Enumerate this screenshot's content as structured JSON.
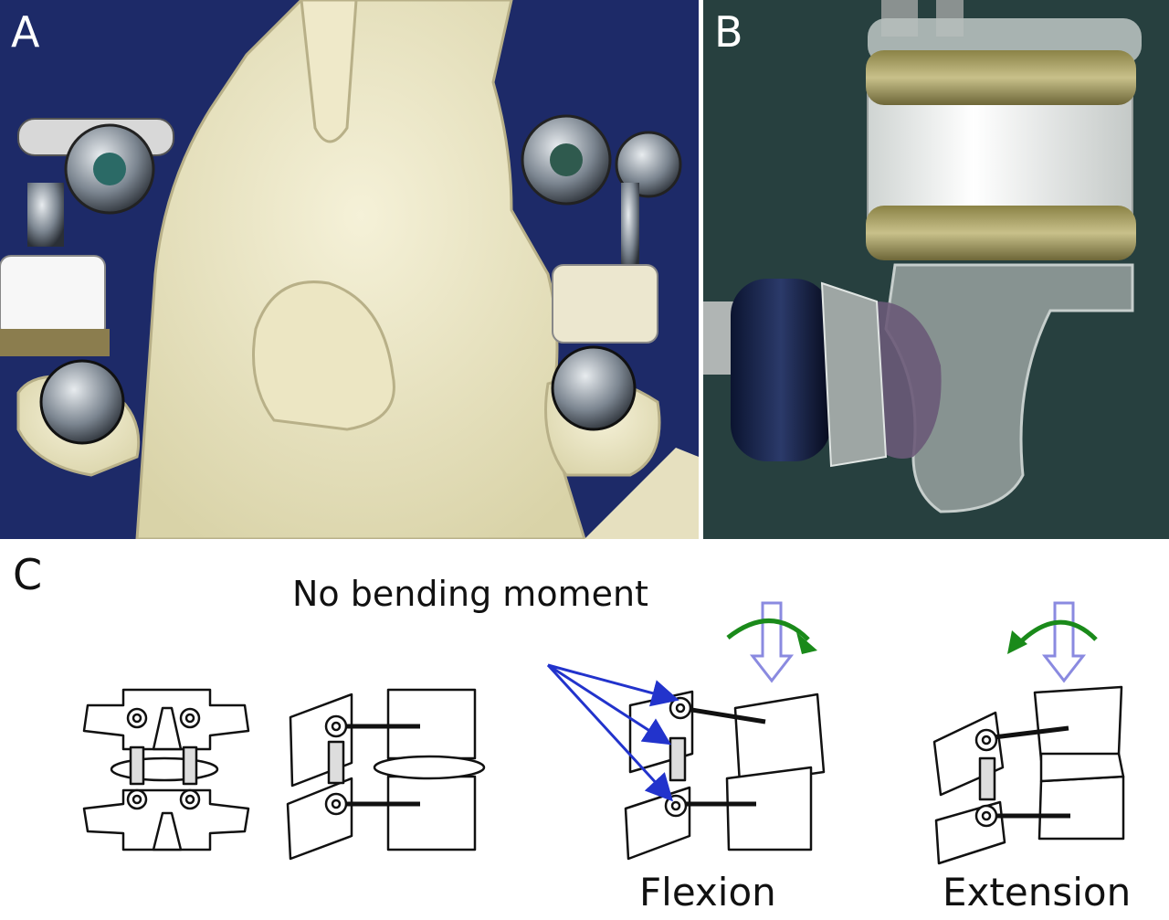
{
  "panels": {
    "a": {
      "letter": "A"
    },
    "b": {
      "letter": "B"
    },
    "c": {
      "letter": "C",
      "title": "No bending moment",
      "flexion_label": "Flexion",
      "extension_label": "Extension"
    }
  },
  "colors": {
    "panel_a_background": "#1d2a68",
    "panel_b_background": "#27403f",
    "bone": "#e9e4c4",
    "annotation_arrows": "#2233cc",
    "rotation_arrows": "#1a8a1a",
    "load_arrows": "#8a8ae0"
  }
}
